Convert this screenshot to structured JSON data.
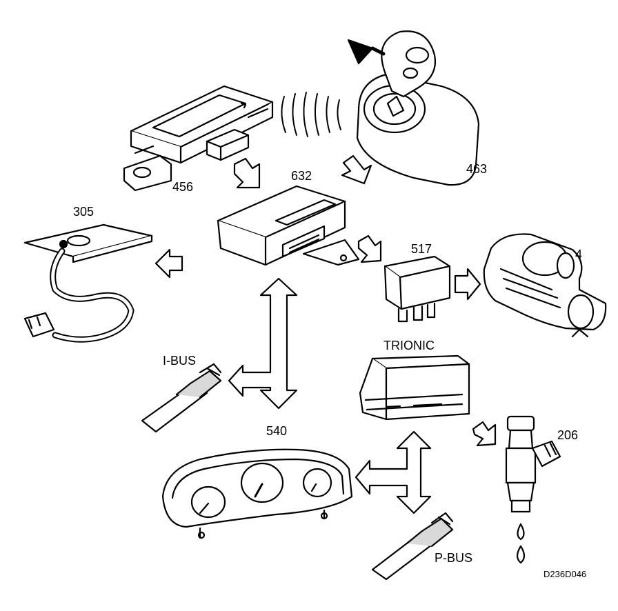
{
  "diagram": {
    "labels": {
      "theft_module": "456",
      "key_ignition": "463",
      "central_unit": "632",
      "antenna": "305",
      "relay": "517",
      "starter_motor": "4",
      "engine_ecu": "TRIONIC",
      "i_bus": "I-BUS",
      "instrument_cluster": "540",
      "injector": "206",
      "p_bus": "P-BUS",
      "figure_code": "D236D046"
    },
    "colors": {
      "ink": "#000000",
      "paper": "#ffffff",
      "shade": "#d9d9d9"
    }
  }
}
